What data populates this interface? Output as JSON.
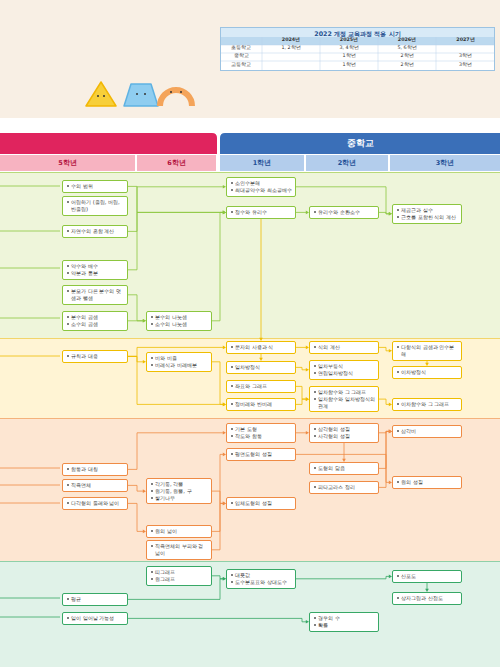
{
  "diagram": {
    "nodes": [
      {
        "text": [
          "2022 개정 교육과정 적용 시기"
        ]
      },
      {
        "text": [
          "중학교"
        ]
      },
      {
        "text": [
          "5학년"
        ]
      },
      {
        "text": [
          "6학년"
        ]
      },
      {
        "text": [
          "1학년"
        ]
      },
      {
        "text": [
          "2학년"
        ]
      },
      {
        "text": [
          "3학년"
        ]
      },
      {
        "text": [
          "소인수분해",
          "최대공약수와 최소공배수"
        ]
      },
      {
        "text": [
          "수의 범위"
        ]
      },
      {
        "text": [
          "어림하기 (올림, 버림, 반올림)"
        ]
      },
      {
        "text": [
          "정수와 유리수"
        ]
      },
      {
        "text": [
          "유리수와 순환소수"
        ]
      },
      {
        "text": [
          "제곱근과 실수",
          "근호를 포함한 식의 계산"
        ]
      },
      {
        "text": [
          "자연수의 혼합 계산"
        ]
      },
      {
        "text": [
          "약수와 배수",
          "약분과 통분"
        ]
      },
      {
        "text": [
          "분모가 다른 분수의 덧셈과 뺄셈"
        ]
      },
      {
        "text": [
          "분수의 곱셈",
          "소수의 곱셈"
        ]
      },
      {
        "text": [
          "분수의 나눗셈",
          "소수의 나눗셈"
        ]
      },
      {
        "text": [
          "문자의 사용과 식"
        ]
      },
      {
        "text": [
          "식의 계산"
        ]
      },
      {
        "text": [
          "다항식의 곱셈과 인수분해"
        ]
      },
      {
        "text": [
          "규칙과 대응"
        ]
      },
      {
        "text": [
          "비와 비율",
          "비례식과 비례배분"
        ]
      },
      {
        "text": [
          "일차방정식"
        ]
      },
      {
        "text": [
          "일차부등식",
          "연립일차방정식"
        ]
      },
      {
        "text": [
          "이차방정식"
        ]
      },
      {
        "text": [
          "좌표와 그래프"
        ]
      },
      {
        "text": [
          "일차함수와 그 그래프",
          "일차함수와 일차방정식의 관계"
        ]
      },
      {
        "text": [
          "정비례와 반비례"
        ]
      },
      {
        "text": [
          "이차함수와 그 그래프"
        ]
      },
      {
        "text": [
          "기본 도형",
          "작도와 합동"
        ]
      },
      {
        "text": [
          "삼각형의 성질",
          "사각형의 성질"
        ]
      },
      {
        "text": [
          "삼각비"
        ]
      },
      {
        "text": [
          "평면도형의 성질"
        ]
      },
      {
        "text": [
          "도형의 닮음"
        ]
      },
      {
        "text": [
          "합동과 대칭"
        ]
      },
      {
        "text": [
          "원의 성질"
        ]
      },
      {
        "text": [
          "직육면체"
        ]
      },
      {
        "text": [
          "각기둥, 각뿔",
          "원기둥, 원뿔, 구",
          "쌓기나무"
        ]
      },
      {
        "text": [
          "피타고라스 정리"
        ]
      },
      {
        "text": [
          "다각형의 둘레와 넓이"
        ]
      },
      {
        "text": [
          "입체도형의 성질"
        ]
      },
      {
        "text": [
          "원의 넓이"
        ]
      },
      {
        "text": [
          "직육면체의 부피와 겉넓이"
        ]
      },
      {
        "text": [
          "띠그래프",
          "원그래프"
        ]
      },
      {
        "text": [
          "대푯값",
          "도수분포표와 상대도수"
        ]
      },
      {
        "text": [
          "산포도"
        ]
      },
      {
        "text": [
          "상자그림과 산점도"
        ]
      },
      {
        "text": [
          "평균"
        ]
      },
      {
        "text": [
          "일이 일어날 가능성"
        ]
      },
      {
        "text": [
          "경우의 수",
          "확률"
        ]
      }
    ],
    "edges": [
      {
        "from": 8,
        "to": 10,
        "arrow": "to"
      },
      {
        "from": 13,
        "to": 10,
        "arrow": "to"
      },
      {
        "from": 14,
        "to": 7,
        "arrow": "to"
      },
      {
        "from": 15,
        "to": 17,
        "arrow": "to"
      },
      {
        "from": 16,
        "to": 17,
        "arrow": "to"
      },
      {
        "from": 17,
        "to": 10,
        "arrow": "to"
      },
      {
        "from": 10,
        "to": 11,
        "arrow": "to"
      },
      {
        "from": 11,
        "to": 12,
        "arrow": "to"
      },
      {
        "from": 7,
        "to": 12,
        "arrow": "to"
      },
      {
        "from": 10,
        "to": 18,
        "arrow": "to"
      },
      {
        "from": 21,
        "to": 22,
        "arrow": "to"
      },
      {
        "from": 21,
        "to": 18,
        "arrow": "to"
      },
      {
        "from": 21,
        "to": 28,
        "arrow": "to"
      },
      {
        "from": 22,
        "to": 28,
        "arrow": "to"
      },
      {
        "from": 18,
        "to": 19,
        "arrow": "to"
      },
      {
        "from": 19,
        "to": 20,
        "arrow": "to"
      },
      {
        "from": 18,
        "to": 23,
        "arrow": "to"
      },
      {
        "from": 23,
        "to": 24,
        "arrow": "to"
      },
      {
        "from": 20,
        "to": 25,
        "arrow": "to"
      },
      {
        "from": 26,
        "to": 27,
        "arrow": "to"
      },
      {
        "from": 28,
        "to": 27,
        "arrow": "to"
      },
      {
        "from": 27,
        "to": 29,
        "arrow": "to"
      },
      {
        "from": 35,
        "to": 30,
        "arrow": "to"
      },
      {
        "from": 30,
        "to": 31,
        "arrow": "to"
      },
      {
        "from": 31,
        "to": 32,
        "arrow": "to"
      },
      {
        "from": 31,
        "to": 34,
        "arrow": "to"
      },
      {
        "from": 33,
        "to": 36,
        "arrow": "to"
      },
      {
        "from": 34,
        "to": 32,
        "arrow": "to"
      },
      {
        "from": 39,
        "to": 32,
        "arrow": "to"
      },
      {
        "from": 37,
        "to": 38,
        "arrow": "to"
      },
      {
        "from": 40,
        "to": 42,
        "arrow": "to"
      },
      {
        "from": 42,
        "to": 33,
        "arrow": "to"
      },
      {
        "from": 38,
        "to": 41,
        "arrow": "to"
      },
      {
        "from": 43,
        "to": 41,
        "arrow": "to"
      },
      {
        "from": 44,
        "to": 45,
        "arrow": "to"
      },
      {
        "from": 48,
        "to": 45,
        "arrow": "to"
      },
      {
        "from": 45,
        "to": 46,
        "arrow": "to"
      },
      {
        "from": 46,
        "to": 47,
        "arrow": "to"
      },
      {
        "from": 49,
        "to": 50,
        "arrow": "to"
      }
    ],
    "labels": [
      "2024년",
      "2025년",
      "2026년",
      "2027년",
      "초등학교",
      "1, 2학년",
      "3, 4학년",
      "5, 6학년",
      "중학교",
      "1학년",
      "2학년",
      "3학년",
      "고등학교",
      "1학년",
      "2학년",
      "3학년"
    ]
  }
}
